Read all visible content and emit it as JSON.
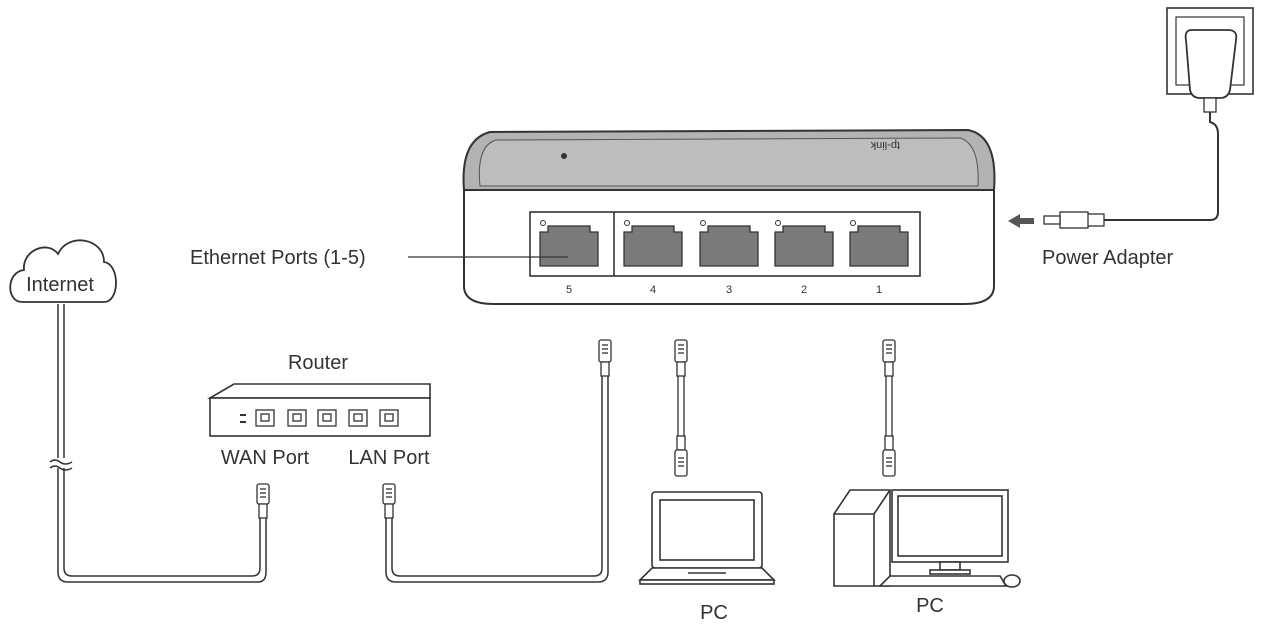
{
  "labels": {
    "internet": "Internet",
    "ethernet_ports": "Ethernet Ports (1-5)",
    "power_adapter": "Power Adapter",
    "router": "Router",
    "wan_port": "WAN Port",
    "lan_port": "LAN Port",
    "pc_laptop": "PC",
    "pc_desktop": "PC"
  },
  "switch": {
    "brand": "tp-link",
    "port_numbers": [
      "5",
      "4",
      "3",
      "2",
      "1"
    ]
  },
  "colors": {
    "line": "#333333",
    "switch_top": "#b3b3b3",
    "port_fill": "#7a7a7a"
  }
}
